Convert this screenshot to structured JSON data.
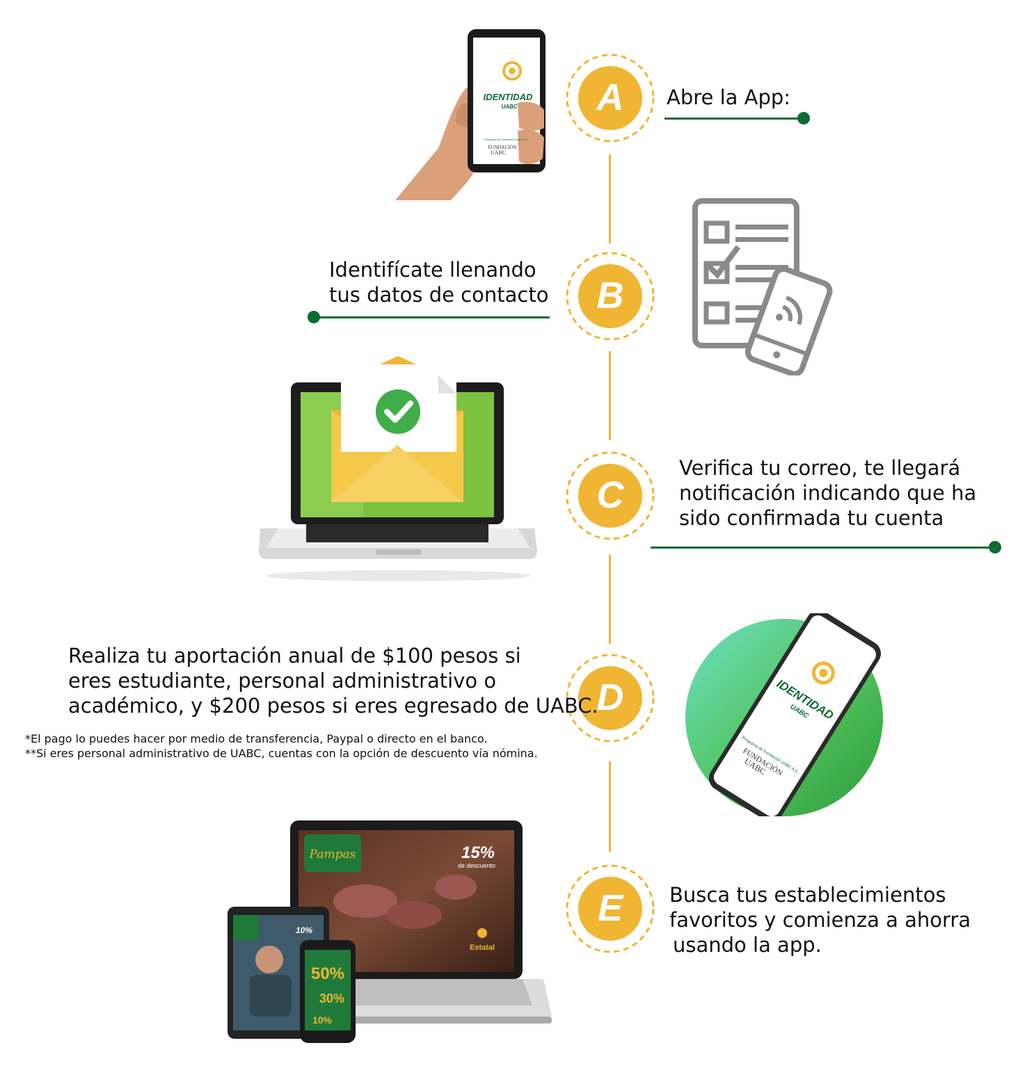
{
  "steps": [
    {
      "letter": "A",
      "text": "Abre la App:"
    },
    {
      "letter": "B",
      "line1": "Identifícate llenando",
      "line2": "tus datos de contacto"
    },
    {
      "letter": "C",
      "line1": "Verifica tu correo, te llegará",
      "line2": "notificación indicando que ha",
      "line3": "sido confirmada tu cuenta"
    },
    {
      "letter": "D",
      "line1": "Realiza tu aportación anual de $100 pesos si",
      "line2": "eres estudiante, personal administrativo o",
      "line3": "académico, y $200 pesos si eres egresado de UABC."
    },
    {
      "letter": "E",
      "line1": "Busca tus establecimientos",
      "line2": "favoritos y comienza a ahorra",
      "line3": "usando la app."
    }
  ],
  "notes": {
    "payment": "*El pago lo puedes hacer por medio de transferencia, Paypal o directo en el banco.",
    "payroll": "**Si eres personal administrativo de UABC, cuentas con la opción de descuento vía nómina."
  },
  "app_screen": {
    "brand": "IDENTIDAD",
    "sub": "UABC",
    "program": "Programa de Fundación UABC A.C.",
    "foundation_1": "FUNDACIÓN",
    "foundation_2": "UABC"
  },
  "promo": {
    "restaurant": "Pampas",
    "discount": "15%",
    "discount_label": "de descuento",
    "location": "Estatal",
    "tablet_discount": "10%",
    "phone_d1": "50%",
    "phone_d2": "30%",
    "phone_d3": "10%"
  },
  "colors": {
    "accent": "#f0b533",
    "green": "#0f6b34",
    "laptop_green": "#7cc23f"
  }
}
